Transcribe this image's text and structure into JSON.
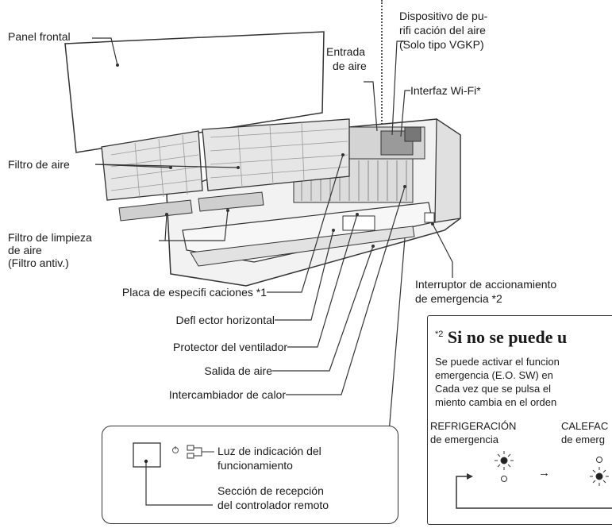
{
  "labels": {
    "panel_frontal": "Panel frontal",
    "dispositivo_1": "Dispositivo de pu-",
    "dispositivo_2": "rifi cación del aire",
    "dispositivo_3": "(Solo tipo VGKP)",
    "entrada_1": "Entrada",
    "entrada_2": "de aire",
    "interfaz_wifi": "Interfaz Wi-Fi*",
    "filtro_aire": "Filtro de aire",
    "filtro_limpieza_1": "Filtro de limpieza",
    "filtro_limpieza_2": "de aire",
    "filtro_limpieza_3": "(Filtro antiv.)",
    "placa": "Placa de especifi caciones *1",
    "deflector": "Defl ector horizontal",
    "protector": "Protector del ventilador",
    "salida": "Salida de aire",
    "intercambiador": "Intercambiador de calor",
    "interruptor_1": "Interruptor de accionamiento",
    "interruptor_2": "de emergencia *2"
  },
  "indicator": {
    "luz_1": "Luz de indicación del",
    "luz_2": "funcionamiento",
    "seccion_1": "Sección de recepción",
    "seccion_2": "del controlador remoto"
  },
  "note": {
    "marker": "*2",
    "title": "Si no se puede u",
    "line1": "Se puede activar el funcion",
    "line2": "emergencia (E.O. SW) en",
    "line3": "Cada vez que se pulsa el",
    "line4": "miento cambia en el orden",
    "refrigeracion_1": "REFRIGERACIÓN",
    "refrigeracion_2": "de emergencia",
    "calefaccion_1": "CALEFAC",
    "calefaccion_2": "de emerg",
    "arrow": "→"
  },
  "colors": {
    "line": "#333333",
    "device": "#e9e9e9",
    "device_dark": "#555555",
    "led": "#222222"
  }
}
